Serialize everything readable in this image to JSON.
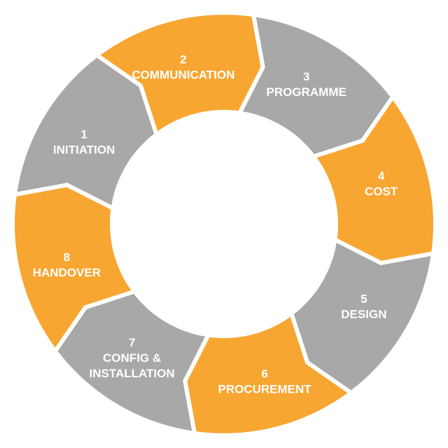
{
  "colors": {
    "orange": "#F7A632",
    "gray": "#A8A8A8",
    "text": "#FFFFFF",
    "background": "#FFFFFF"
  },
  "segments": [
    {
      "number": "1",
      "label_lines": [
        "INITIATION"
      ],
      "color": "gray"
    },
    {
      "number": "2",
      "label_lines": [
        "COMMUNICATION"
      ],
      "color": "orange"
    },
    {
      "number": "3",
      "label_lines": [
        "PROGRAMME"
      ],
      "color": "gray"
    },
    {
      "number": "4",
      "label_lines": [
        "COST"
      ],
      "color": "orange"
    },
    {
      "number": "5",
      "label_lines": [
        "DESIGN"
      ],
      "color": "gray"
    },
    {
      "number": "6",
      "label_lines": [
        "PROCUREMENT"
      ],
      "color": "orange"
    },
    {
      "number": "7",
      "label_lines": [
        "CONFIG &",
        "INSTALLATION"
      ],
      "color": "gray"
    },
    {
      "number": "8",
      "label_lines": [
        "HANDOVER"
      ],
      "color": "orange"
    }
  ]
}
